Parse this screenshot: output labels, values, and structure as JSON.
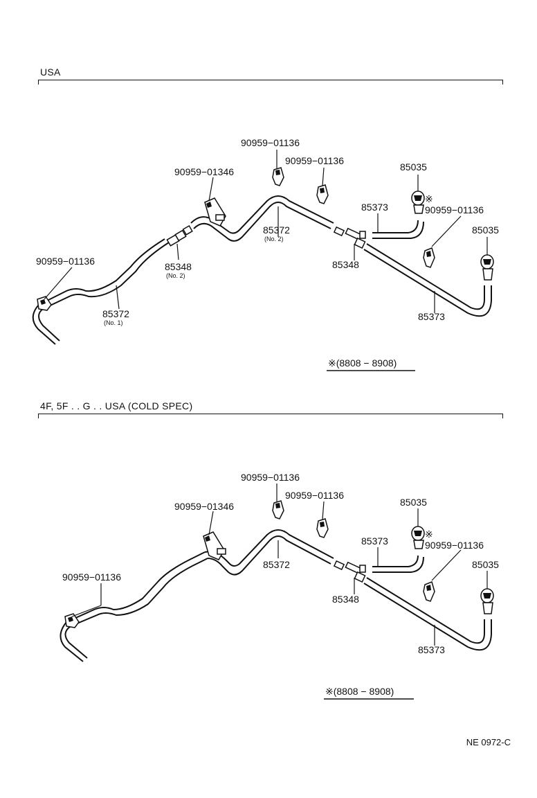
{
  "sections": [
    {
      "title": "USA",
      "labels": {
        "clamp_left": "90959−01136",
        "hose_no1": "85372",
        "hose_no1_sub": "(No. 1)",
        "joint_no2": "85348",
        "joint_no2_sub": "(No. 2)",
        "bracket": "90959−01346",
        "clamp_top": "90959−01136",
        "hose_no2": "85372",
        "hose_no2_sub": "(No. 2)",
        "clamp_mid": "90959−01136",
        "joint": "85348",
        "hose_upper": "85373",
        "nozzle_top": "85035",
        "clamp_right": "90959−01136",
        "nozzle_right": "85035",
        "hose_lower": "85373",
        "mark": "※"
      },
      "note": "※(8808 − 8908)"
    },
    {
      "title": "4F, 5F . . G . . USA (COLD SPEC)",
      "labels": {
        "clamp_left": "90959−01136",
        "bracket": "90959−01346",
        "clamp_top": "90959−01136",
        "hose_no2": "85372",
        "clamp_mid": "90959−01136",
        "joint": "85348",
        "hose_upper": "85373",
        "nozzle_top": "85035",
        "clamp_right": "90959−01136",
        "nozzle_right": "85035",
        "hose_lower": "85373",
        "mark": "※"
      },
      "note": "※(8808 − 8908)"
    }
  ],
  "doc_id": "NE 0972-C"
}
